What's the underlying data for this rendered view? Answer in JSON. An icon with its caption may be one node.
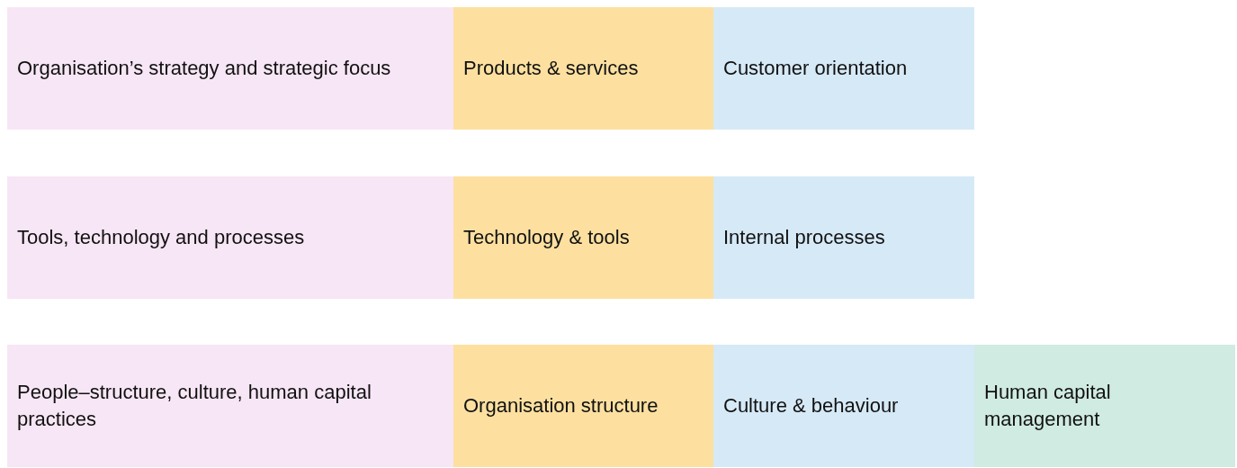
{
  "diagram": {
    "nodes": [
      {
        "text": [
          "Organisation’s strategy and strategic focus"
        ]
      },
      {
        "text": [
          "Products & services"
        ]
      },
      {
        "text": [
          "Customer orientation"
        ]
      },
      {
        "text": [
          "Tools, technology and processes"
        ]
      },
      {
        "text": [
          "Technology & tools"
        ]
      },
      {
        "text": [
          "Internal processes"
        ]
      },
      {
        "text": [
          "People–structure, culture, human capital practices"
        ]
      },
      {
        "text": [
          "Organisation structure"
        ]
      },
      {
        "text": [
          "Culture & behaviour"
        ]
      },
      {
        "text": [
          "Human capital management"
        ]
      }
    ]
  }
}
